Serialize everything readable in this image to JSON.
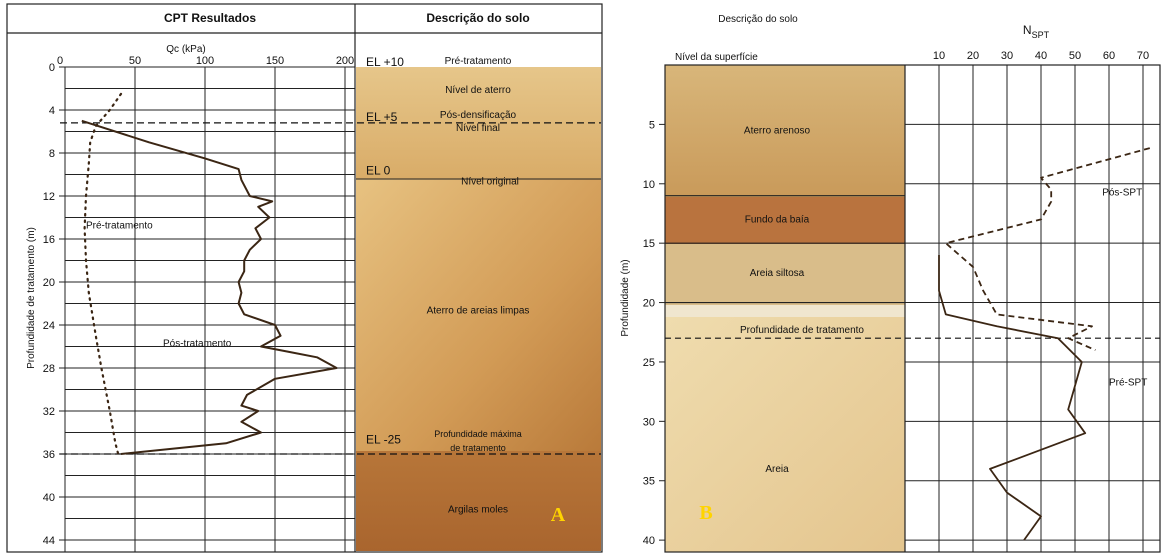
{
  "colors": {
    "line": "#3b2614",
    "grid": "#222222",
    "panel_letter": "#ffd400",
    "soil_light": "#e9cf96",
    "soil_mid": "#d7a35c",
    "soil_dark": "#b87a3a",
    "soil_bay": "#b9733e",
    "soil_silt": "#dcc494",
    "sand_light": "#edd8a8"
  },
  "chart_data": [
    {
      "type": "line",
      "panel_letter": "A",
      "header_left": "CPT Resultados",
      "header_right": "Descrição do solo",
      "xlabel": "Qc (kPa)",
      "ylabel": "Profundidade de tratamento (m)",
      "x_ticks": [
        "0",
        "50",
        "100",
        "150",
        "200"
      ],
      "y_ticks": [
        "0",
        "4",
        "8",
        "12",
        "16",
        "20",
        "24",
        "28",
        "32",
        "36",
        "40",
        "44"
      ],
      "xlim": [
        0,
        200
      ],
      "ylim": [
        0,
        44
      ],
      "series": [
        {
          "name": "Pré-tratamento",
          "style": "dotted",
          "points": [
            [
              40,
              2.5
            ],
            [
              32,
              4
            ],
            [
              22,
              5.5
            ],
            [
              18,
              7
            ],
            [
              17,
              9
            ],
            [
              15,
              12
            ],
            [
              14,
              15
            ],
            [
              15,
              18
            ],
            [
              17,
              21
            ],
            [
              22,
              25
            ],
            [
              26,
              28
            ],
            [
              32,
              32
            ],
            [
              36,
              35
            ],
            [
              38,
              36
            ]
          ]
        },
        {
          "name": "Pós-tratamento",
          "style": "solid",
          "points": [
            [
              12,
              5
            ],
            [
              60,
              7
            ],
            [
              100,
              8.5
            ],
            [
              124,
              9.5
            ],
            [
              126,
              10.5
            ],
            [
              128,
              11
            ],
            [
              132,
              12
            ],
            [
              148,
              12.5
            ],
            [
              138,
              13
            ],
            [
              146,
              14
            ],
            [
              136,
              15
            ],
            [
              140,
              16
            ],
            [
              132,
              17
            ],
            [
              128,
              18
            ],
            [
              128,
              19
            ],
            [
              124,
              20
            ],
            [
              126,
              21
            ],
            [
              124,
              22
            ],
            [
              128,
              23
            ],
            [
              150,
              24
            ],
            [
              154,
              25
            ],
            [
              140,
              26
            ],
            [
              160,
              26.5
            ],
            [
              180,
              27
            ],
            [
              194,
              28
            ],
            [
              150,
              29
            ],
            [
              130,
              30.5
            ],
            [
              126,
              31.5
            ],
            [
              138,
              32
            ],
            [
              126,
              33
            ],
            [
              140,
              34
            ],
            [
              115,
              35
            ],
            [
              40,
              36
            ]
          ]
        }
      ],
      "reference_lines": [
        {
          "depth": 5.2,
          "style": "dashed"
        },
        {
          "depth": 36,
          "style": "dashed"
        }
      ],
      "soil_description": [
        {
          "text": "Pré-tratamento",
          "depth": 0
        },
        {
          "text": "Nível de aterro",
          "depth": 1.5
        },
        {
          "text": "Pós-densificação",
          "depth": 3.8
        },
        {
          "text": "Nível final",
          "depth": 5
        },
        {
          "text": "Nível original",
          "depth": 10
        },
        {
          "text": "Aterro de areias limpas",
          "depth": 22
        },
        {
          "text": "Profundidade máxima",
          "depth": 33.5
        },
        {
          "text": "de tratamento",
          "depth": 34.8
        },
        {
          "text": "Argilas moles",
          "depth": 40.5
        }
      ],
      "elevations": [
        {
          "label": "EL +10",
          "depth": 0
        },
        {
          "label": "EL +5",
          "depth": 5
        },
        {
          "label": "EL 0",
          "depth": 10
        },
        {
          "label": "EL -25",
          "depth": 35
        }
      ],
      "annotations": [
        {
          "text": "Pré-tratamento",
          "x": 15,
          "y": 15
        },
        {
          "text": "Pós-tratamento",
          "x": 70,
          "y": 26
        }
      ]
    },
    {
      "type": "line",
      "panel_letter": "B",
      "header_left": "Descrição do solo",
      "surface_label": "Nível da superfície",
      "xlabel": "N",
      "xlabel_sub": "SPT",
      "ylabel": "Profundidade (m)",
      "x_ticks": [
        "10",
        "20",
        "30",
        "40",
        "50",
        "60",
        "70"
      ],
      "y_ticks": [
        "5",
        "10",
        "15",
        "20",
        "25",
        "30",
        "35",
        "40"
      ],
      "xlim": [
        0,
        75
      ],
      "ylim": [
        0,
        41
      ],
      "series": [
        {
          "name": "Pós-SPT",
          "style": "dashed",
          "points": [
            [
              72,
              7
            ],
            [
              40,
              9.5
            ],
            [
              43,
              10.5
            ],
            [
              43,
              11.5
            ],
            [
              40,
              13
            ],
            [
              12,
              15
            ],
            [
              20,
              17
            ],
            [
              23,
              19
            ],
            [
              27,
              21
            ],
            [
              55,
              22
            ],
            [
              48,
              23
            ],
            [
              56,
              24
            ]
          ]
        },
        {
          "name": "Pré-SPT",
          "style": "solid",
          "points": [
            [
              10,
              16
            ],
            [
              10,
              19
            ],
            [
              12,
              21
            ],
            [
              27,
              22
            ],
            [
              45,
              23
            ],
            [
              52,
              25
            ],
            [
              50,
              27
            ],
            [
              48,
              29
            ],
            [
              53,
              31
            ],
            [
              25,
              34
            ],
            [
              30,
              36
            ],
            [
              40,
              38
            ],
            [
              35,
              40
            ]
          ]
        }
      ],
      "reference_lines": [
        {
          "depth": 23,
          "style": "dashed",
          "label": "Profundidade de tratamento"
        }
      ],
      "layers": [
        {
          "name": "Aterro arenoso",
          "top": 0,
          "bottom": 11
        },
        {
          "name": "Fundo da baía",
          "top": 11,
          "bottom": 15
        },
        {
          "name": "Areia siltosa",
          "top": 15,
          "bottom": 20
        },
        {
          "name": "Areia",
          "top": 22,
          "bottom": 41
        }
      ],
      "annotations": [
        {
          "text": "Pós-SPT",
          "x": 58,
          "y": 11
        },
        {
          "text": "Pré-SPT",
          "x": 60,
          "y": 27
        }
      ]
    }
  ]
}
